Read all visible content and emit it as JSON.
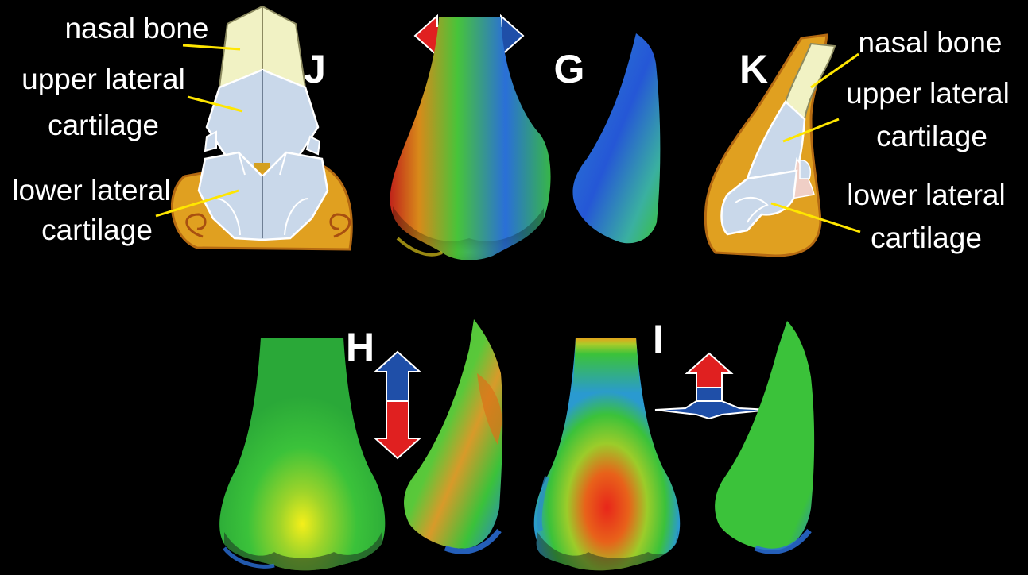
{
  "panels": {
    "J": "J",
    "G": "G",
    "K": "K",
    "H": "H",
    "I": "I"
  },
  "labels_left": {
    "nasal_bone": "nasal bone",
    "upper_lateral_1": "upper lateral",
    "upper_lateral_2": "cartilage",
    "lower_lateral_1": "lower lateral",
    "lower_lateral_2": "cartilage"
  },
  "labels_right": {
    "nasal_bone": "nasal bone",
    "upper_lateral_1": "upper lateral",
    "upper_lateral_2": "cartilage",
    "lower_lateral_1": "lower lateral",
    "lower_lateral_2": "cartilage"
  },
  "colors": {
    "background": "#000000",
    "label_text": "#ffffff",
    "leader_line": "#ffe600",
    "nasal_bone_fill": "#f1f2c4",
    "cartilage_fill": "#c9d8ea",
    "soft_tissue_fill": "#e0a020",
    "arrow_red": "#e02020",
    "arrow_blue": "#1f4fa8",
    "heatmap_low": "#1a4fd6",
    "heatmap_mid": "#33c23a",
    "heatmap_high": "#e02a18"
  }
}
